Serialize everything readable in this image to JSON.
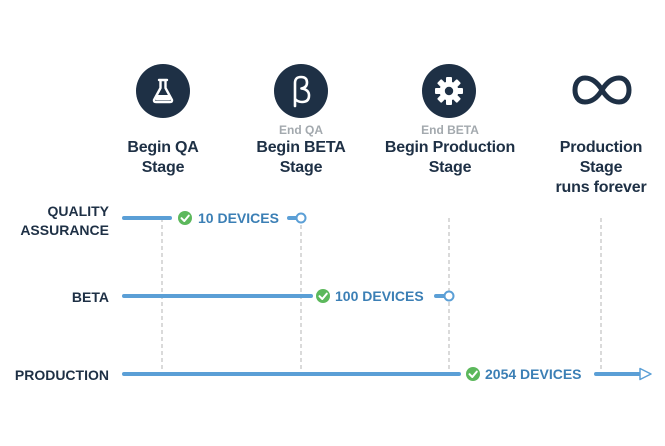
{
  "stages": [
    {
      "pre": "",
      "title_line1": "Begin QA",
      "title_line2": "Stage",
      "title_line3": "",
      "icon": "flask-icon"
    },
    {
      "pre": "End QA",
      "title_line1": "Begin BETA",
      "title_line2": "Stage",
      "title_line3": "",
      "icon": "beta-icon"
    },
    {
      "pre": "End BETA",
      "title_line1": "Begin Production",
      "title_line2": "Stage",
      "title_line3": "",
      "icon": "gear-icon"
    },
    {
      "pre": "",
      "title_line1": "Production",
      "title_line2": "Stage",
      "title_line3": "runs forever",
      "icon": "infinity-icon"
    }
  ],
  "rows": [
    {
      "label_line1": "QUALITY",
      "label_line2": "ASSURANCE",
      "devices": "10 DEVICES"
    },
    {
      "label_line1": "BETA",
      "label_line2": "",
      "devices": "100 DEVICES"
    },
    {
      "label_line1": "PRODUCTION",
      "label_line2": "",
      "devices": "2054 DEVICES"
    }
  ],
  "colors": {
    "navy": "#1e3045",
    "line_blue": "#5b9fd6",
    "check_green": "#5cb85c",
    "device_text": "#3b7fb5",
    "grey_text": "#a3a9ae",
    "dashed": "#b5b5b5"
  }
}
